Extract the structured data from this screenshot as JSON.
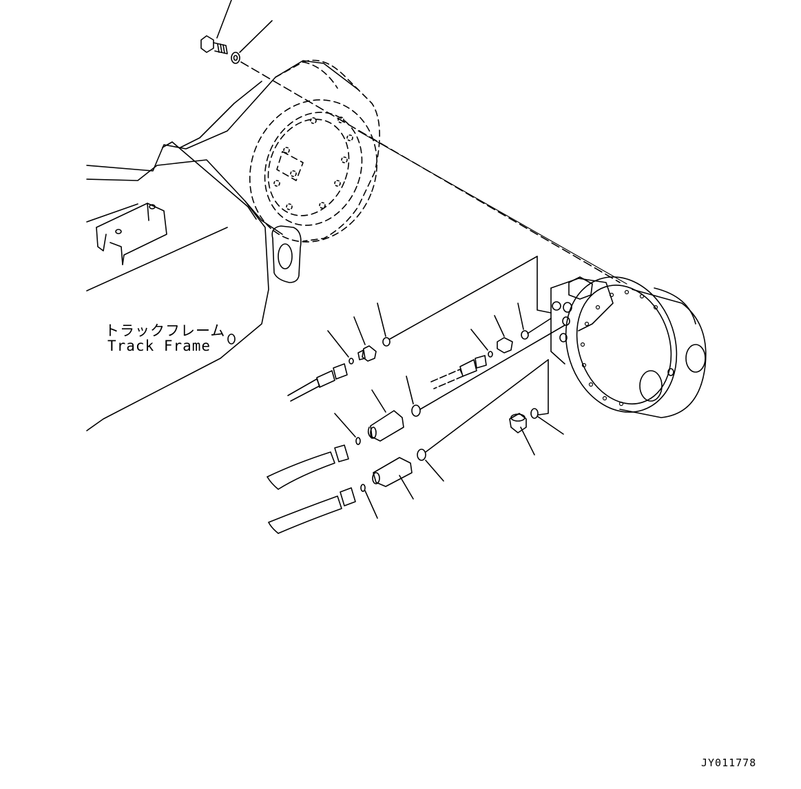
{
  "labels": {
    "track_frame_jp": "トラックフレーム",
    "track_frame_en": "Track Frame"
  },
  "drawing_id": "JY011778",
  "colors": {
    "line": "#000000",
    "background": "#ffffff"
  }
}
